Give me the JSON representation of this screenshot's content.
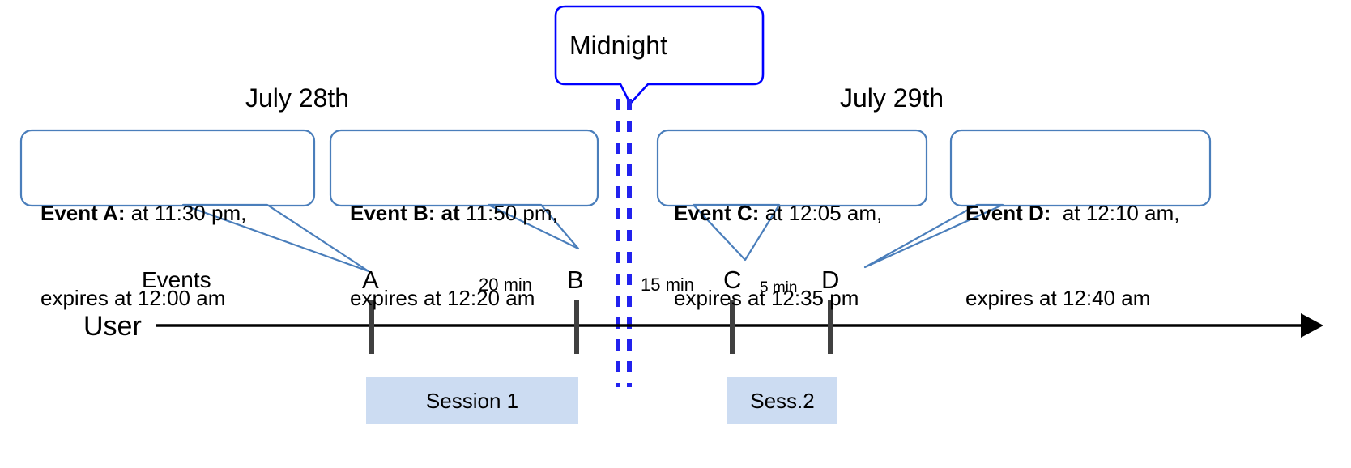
{
  "diagram": {
    "title_midnight": "Midnight",
    "dates": [
      {
        "label": "July 28th"
      },
      {
        "label": "July 29th"
      }
    ],
    "row_labels": {
      "events": "Events",
      "user": "User"
    },
    "callouts": [
      {
        "id": "event-a",
        "bold": "Event A:",
        "rest": " at 11:30 pm,",
        "line2": "expires at 12:00 am"
      },
      {
        "id": "event-b",
        "bold": "Event B: at",
        "rest": " 11:50 pm,",
        "line2": "expires at 12:20 am"
      },
      {
        "id": "event-c",
        "bold": "Event C:",
        "rest": " at 12:05 am,",
        "line2": "expires at 12:35 pm"
      },
      {
        "id": "event-d",
        "bold": "Event D:",
        "rest": "  at 12:10 am,",
        "line2": "expires at 12:40 am"
      }
    ],
    "ticks": [
      {
        "letter": "A"
      },
      {
        "letter": "B"
      },
      {
        "letter": "C"
      },
      {
        "letter": "D"
      }
    ],
    "gaps": [
      {
        "label": "20 min"
      },
      {
        "label": "15 min"
      },
      {
        "label": "5 min"
      }
    ],
    "sessions": [
      {
        "label": "Session 1"
      },
      {
        "label": "Sess.2"
      }
    ],
    "colors": {
      "callout_border": "#4a7ebb",
      "midnight_border": "#0000ff",
      "midnight_dash": "#2222ee",
      "session_fill": "#ccdcf2",
      "axis": "#000000",
      "tick": "#404040"
    }
  }
}
